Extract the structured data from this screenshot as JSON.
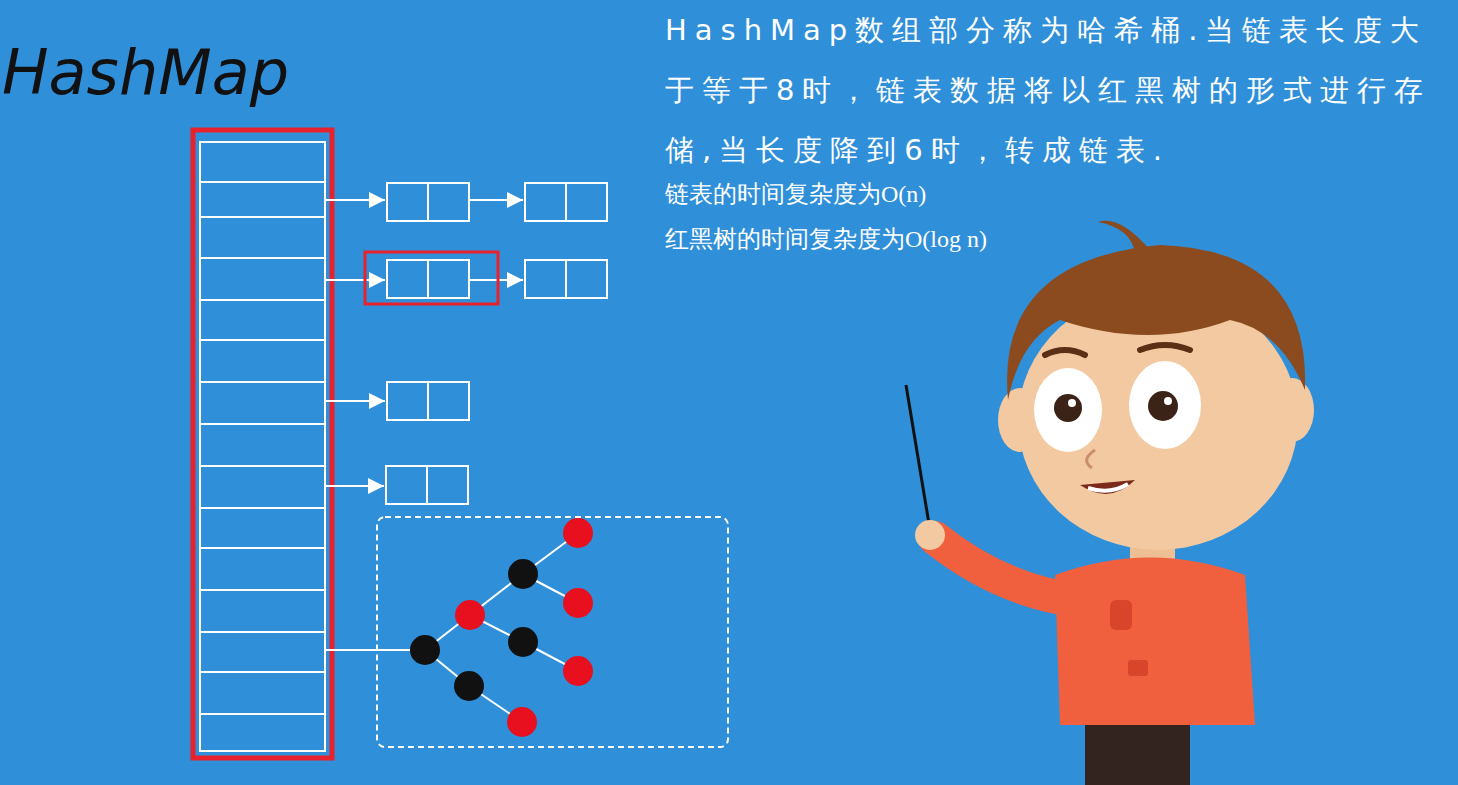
{
  "diagram": {
    "title": "HashMap",
    "labels": [
      "HashMap数组部分称为哈希桶.当链表长度大于等于8时，链表数据将以红黑树的形式进行存储,当长度降到6时，转成链表.",
      "链表的时间复杂度为O(n)",
      "红黑树的时间复杂度为O(log n)"
    ]
  }
}
